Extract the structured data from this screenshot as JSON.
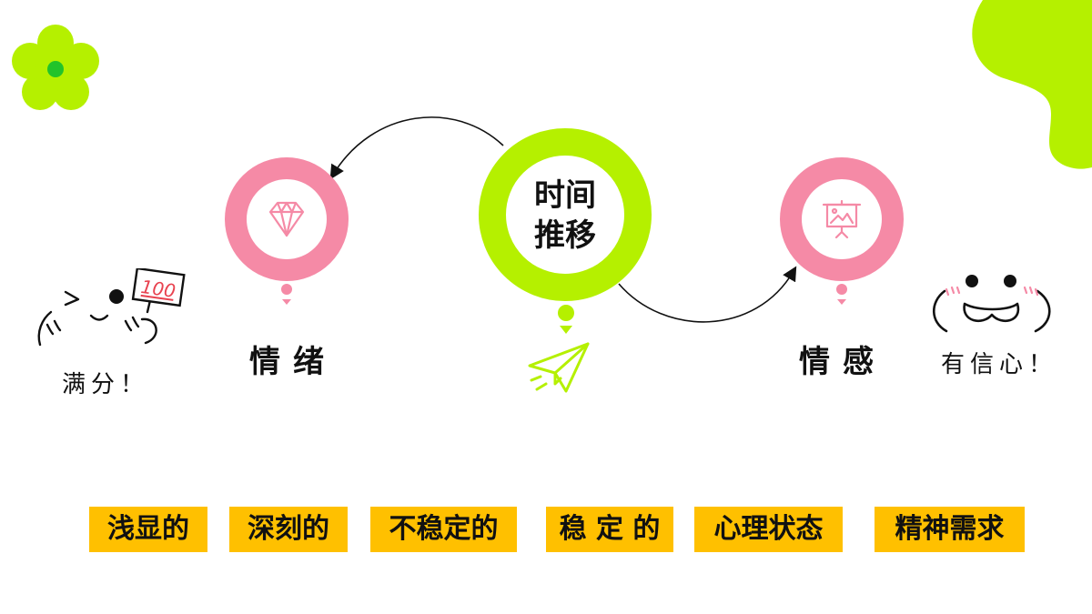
{
  "diagram": {
    "center": {
      "line1": "时间",
      "line2": "推移"
    },
    "left_node": {
      "label": "情绪",
      "icon": "diamond-icon"
    },
    "right_node": {
      "label": "情感",
      "icon": "presentation-board-icon"
    },
    "tags": [
      "浅显的",
      "深刻的",
      "不稳定的",
      "稳 定 的",
      "心理状态",
      "精神需求"
    ]
  },
  "stickers": {
    "left_caption": "满分！",
    "left_sign": "100",
    "right_caption": "有信心！"
  },
  "colors": {
    "pink": "#f58aa6",
    "green": "#b5f000",
    "tag_yellow": "#ffc000"
  }
}
